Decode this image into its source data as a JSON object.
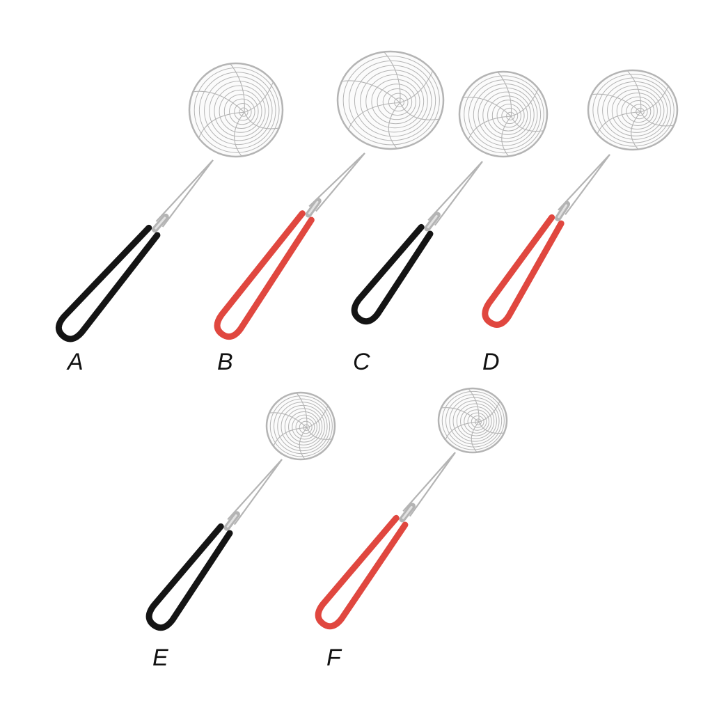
{
  "colors": {
    "background": "#ffffff",
    "steel": "#b4b4b4",
    "steel_light": "#e2e2e2",
    "black_handle": "#141414",
    "red_handle": "#e0473f"
  },
  "skimmers": [
    {
      "label": "A",
      "handle_color": "black"
    },
    {
      "label": "B",
      "handle_color": "red"
    },
    {
      "label": "C",
      "handle_color": "black"
    },
    {
      "label": "D",
      "handle_color": "red"
    },
    {
      "label": "E",
      "handle_color": "black"
    },
    {
      "label": "F",
      "handle_color": "red"
    }
  ]
}
